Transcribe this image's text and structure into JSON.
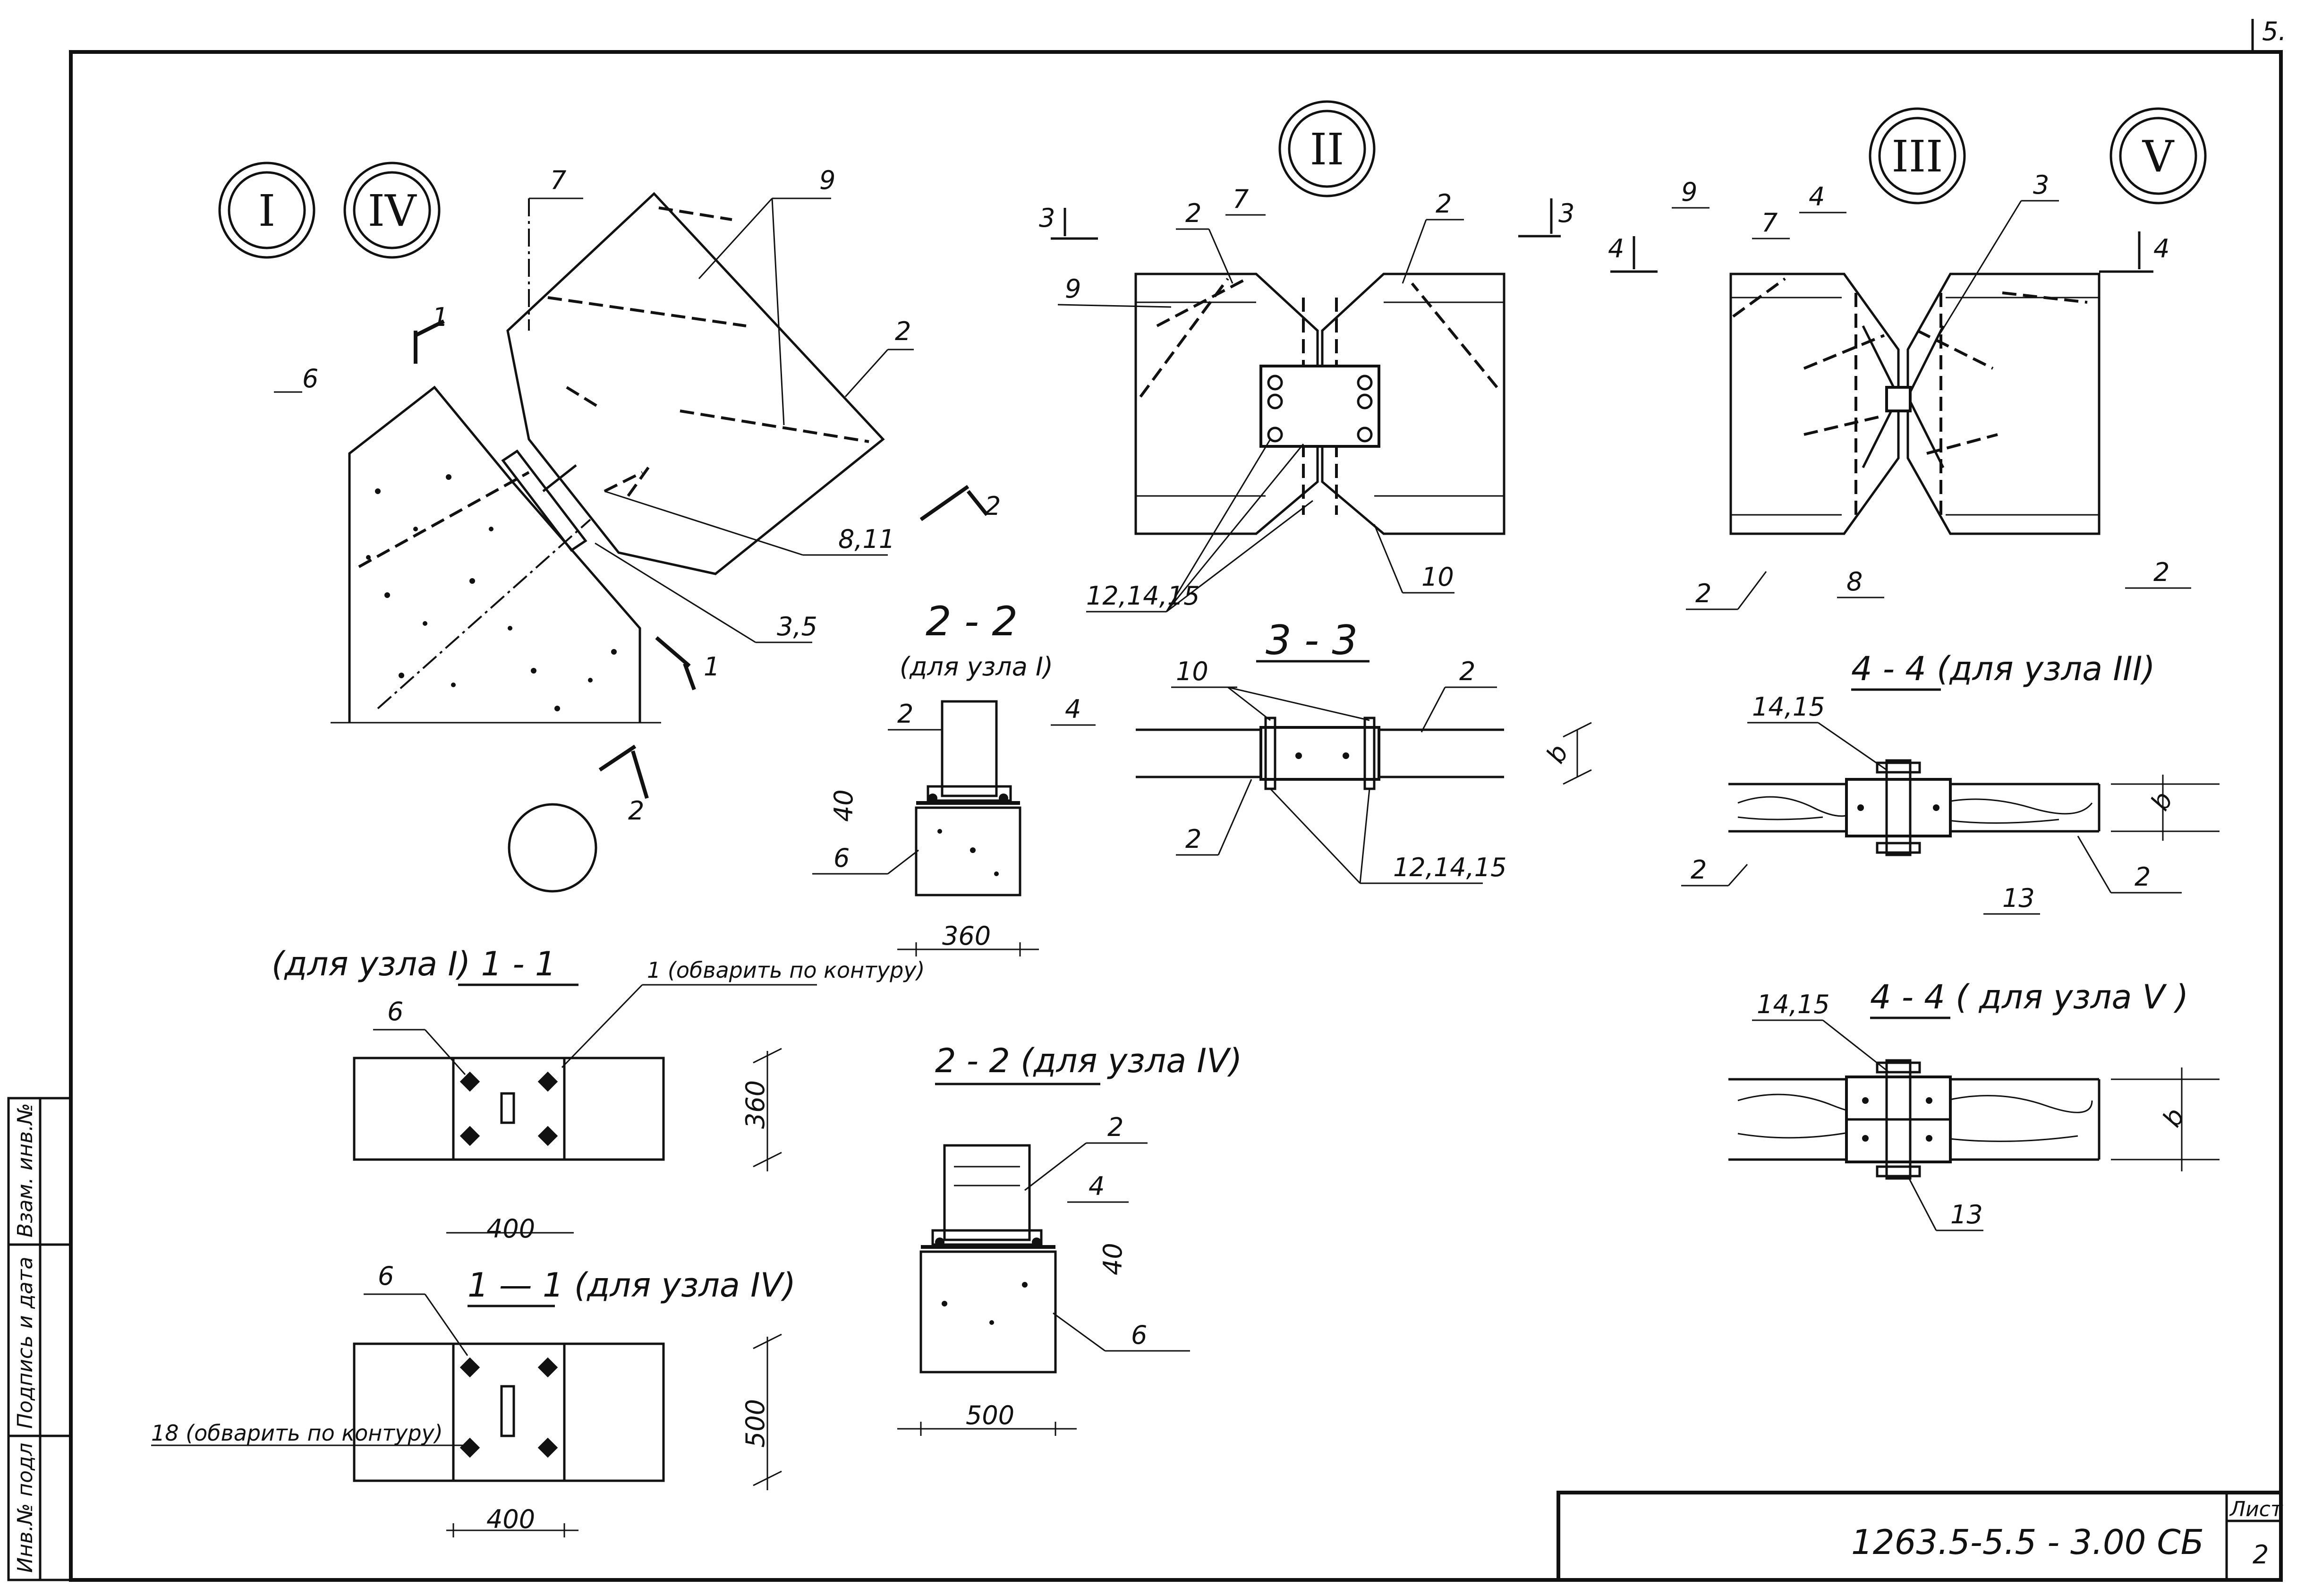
{
  "drawing": {
    "document_code": "1263.5-5.5 - 3.00 СБ",
    "sheet_label": "Лист",
    "sheet_number": "2",
    "corner_mark": "5."
  },
  "side_stamp": {
    "inventory": "Инв.№ подл",
    "signature_date": "Подпись и дата",
    "replacement": "Взам. инв.№"
  },
  "nodes": {
    "n1": "I",
    "n4": "IV",
    "n2": "II",
    "n3": "III",
    "n5": "V"
  },
  "sections": {
    "s11_node1": "(для узла I) 1 - 1",
    "s11_node4": "1 — 1 (для узла IV)",
    "s22": "2 - 2",
    "s22_sub": "(для узла I)",
    "s22_node4": "2 - 2 (для узла IV)",
    "s33": "3 - 3",
    "s44_node3": "4 - 4 (для узла III)",
    "s44_node5": "4 - 4 ( для узла V )"
  },
  "cut_marks": {
    "c1": "1",
    "c2": "2",
    "c3": "3",
    "c4": "4"
  },
  "dimensions": {
    "d360": "360",
    "d400": "400",
    "d500": "500",
    "d40": "40",
    "db": "b"
  },
  "notes": {
    "weld1": "1 (обварить по контуру)",
    "weld18": "18 (обварить по контуру)"
  },
  "positions": {
    "p1": "1",
    "p2": "2",
    "p3": "3",
    "p35": "3,5",
    "p4": "4",
    "p6": "6",
    "p7": "7",
    "p8": "8",
    "p811": "8,11",
    "p9": "9",
    "p10": "10",
    "p13": "13",
    "p121415": "12,14,15",
    "p1415": "14,15"
  }
}
